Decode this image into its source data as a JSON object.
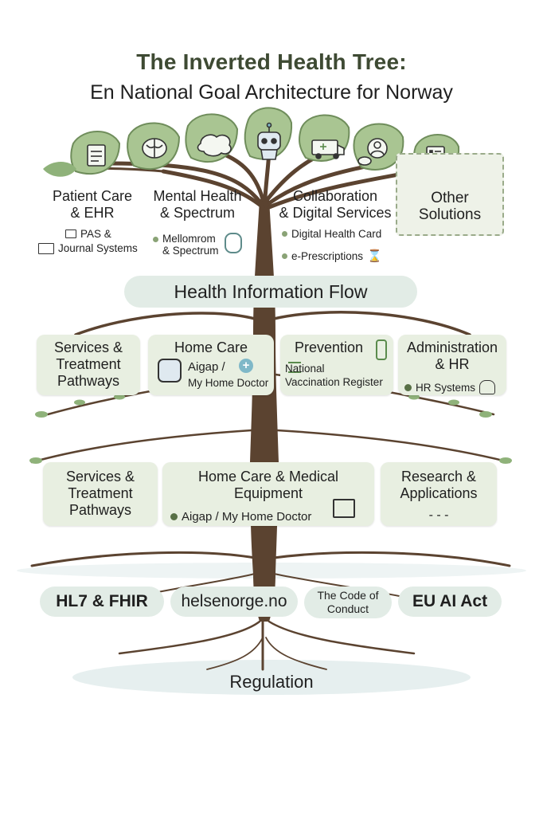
{
  "title": "The Inverted Health Tree:",
  "subtitle": "En National Goal Architecture for Norway",
  "canopy": {
    "patient_care": {
      "label": "Patient Care\n& EHR",
      "items": [
        "PAS &",
        "Journal Systems"
      ]
    },
    "mental_health": {
      "label": "Mental Health\n& Spectrum",
      "items": [
        "Mellomrom\n& Spectrum"
      ]
    },
    "collaboration": {
      "label": "Collaboration\n& Digital Services",
      "items": [
        "Digital Health Card",
        "e-Prescriptions"
      ]
    },
    "other": {
      "label": "Other\nSolutions"
    }
  },
  "flow_label": "Health Information Flow",
  "tier1": {
    "services": {
      "label": "Services &\nTreatment\nPathways"
    },
    "home_care": {
      "label": "Home Care",
      "items": [
        "Aigap /",
        "My Home Doctor"
      ]
    },
    "prevention": {
      "label": "Prevention",
      "items": [
        "National\nVaccination Register"
      ]
    },
    "administration": {
      "label": "Administration\n& HR",
      "items": [
        "HR Systems"
      ]
    }
  },
  "tier2": {
    "services": {
      "label": "Services &\nTreatment\nPathways"
    },
    "home_equipment": {
      "label": "Home Care & Medical\nEquipment",
      "items": [
        "Aigap / My Home Doctor"
      ]
    },
    "research": {
      "label": "Research &\nApplications",
      "items": [
        "- - -"
      ]
    }
  },
  "roots": [
    "HL7 & FHIR",
    "helsenorge.no",
    "The Code of\nConduct",
    "EU AI Act"
  ],
  "regulation": "Regulation",
  "colors": {
    "trunk": "#5b4330",
    "leaf": "#a9c592",
    "leaf_dark": "#6f8d5b",
    "box": "#e8efe1",
    "pill": "#e2ece6",
    "title": "#3e4a33"
  },
  "icons": {
    "leaves": [
      "document-icon",
      "brain-icon",
      "brain-cloud-icon",
      "robot-icon",
      "ambulance-icon",
      "chat-user-icon",
      "checklist-icon"
    ],
    "patient_care": "monitor-icon",
    "mental_health": "hand-heart-icon",
    "collaboration": "hourglass-icon",
    "home_care": "robot-medical-icon",
    "prevention": "syringe-icon",
    "administration": "people-icon",
    "home_equipment": "medical-kit-icon"
  }
}
